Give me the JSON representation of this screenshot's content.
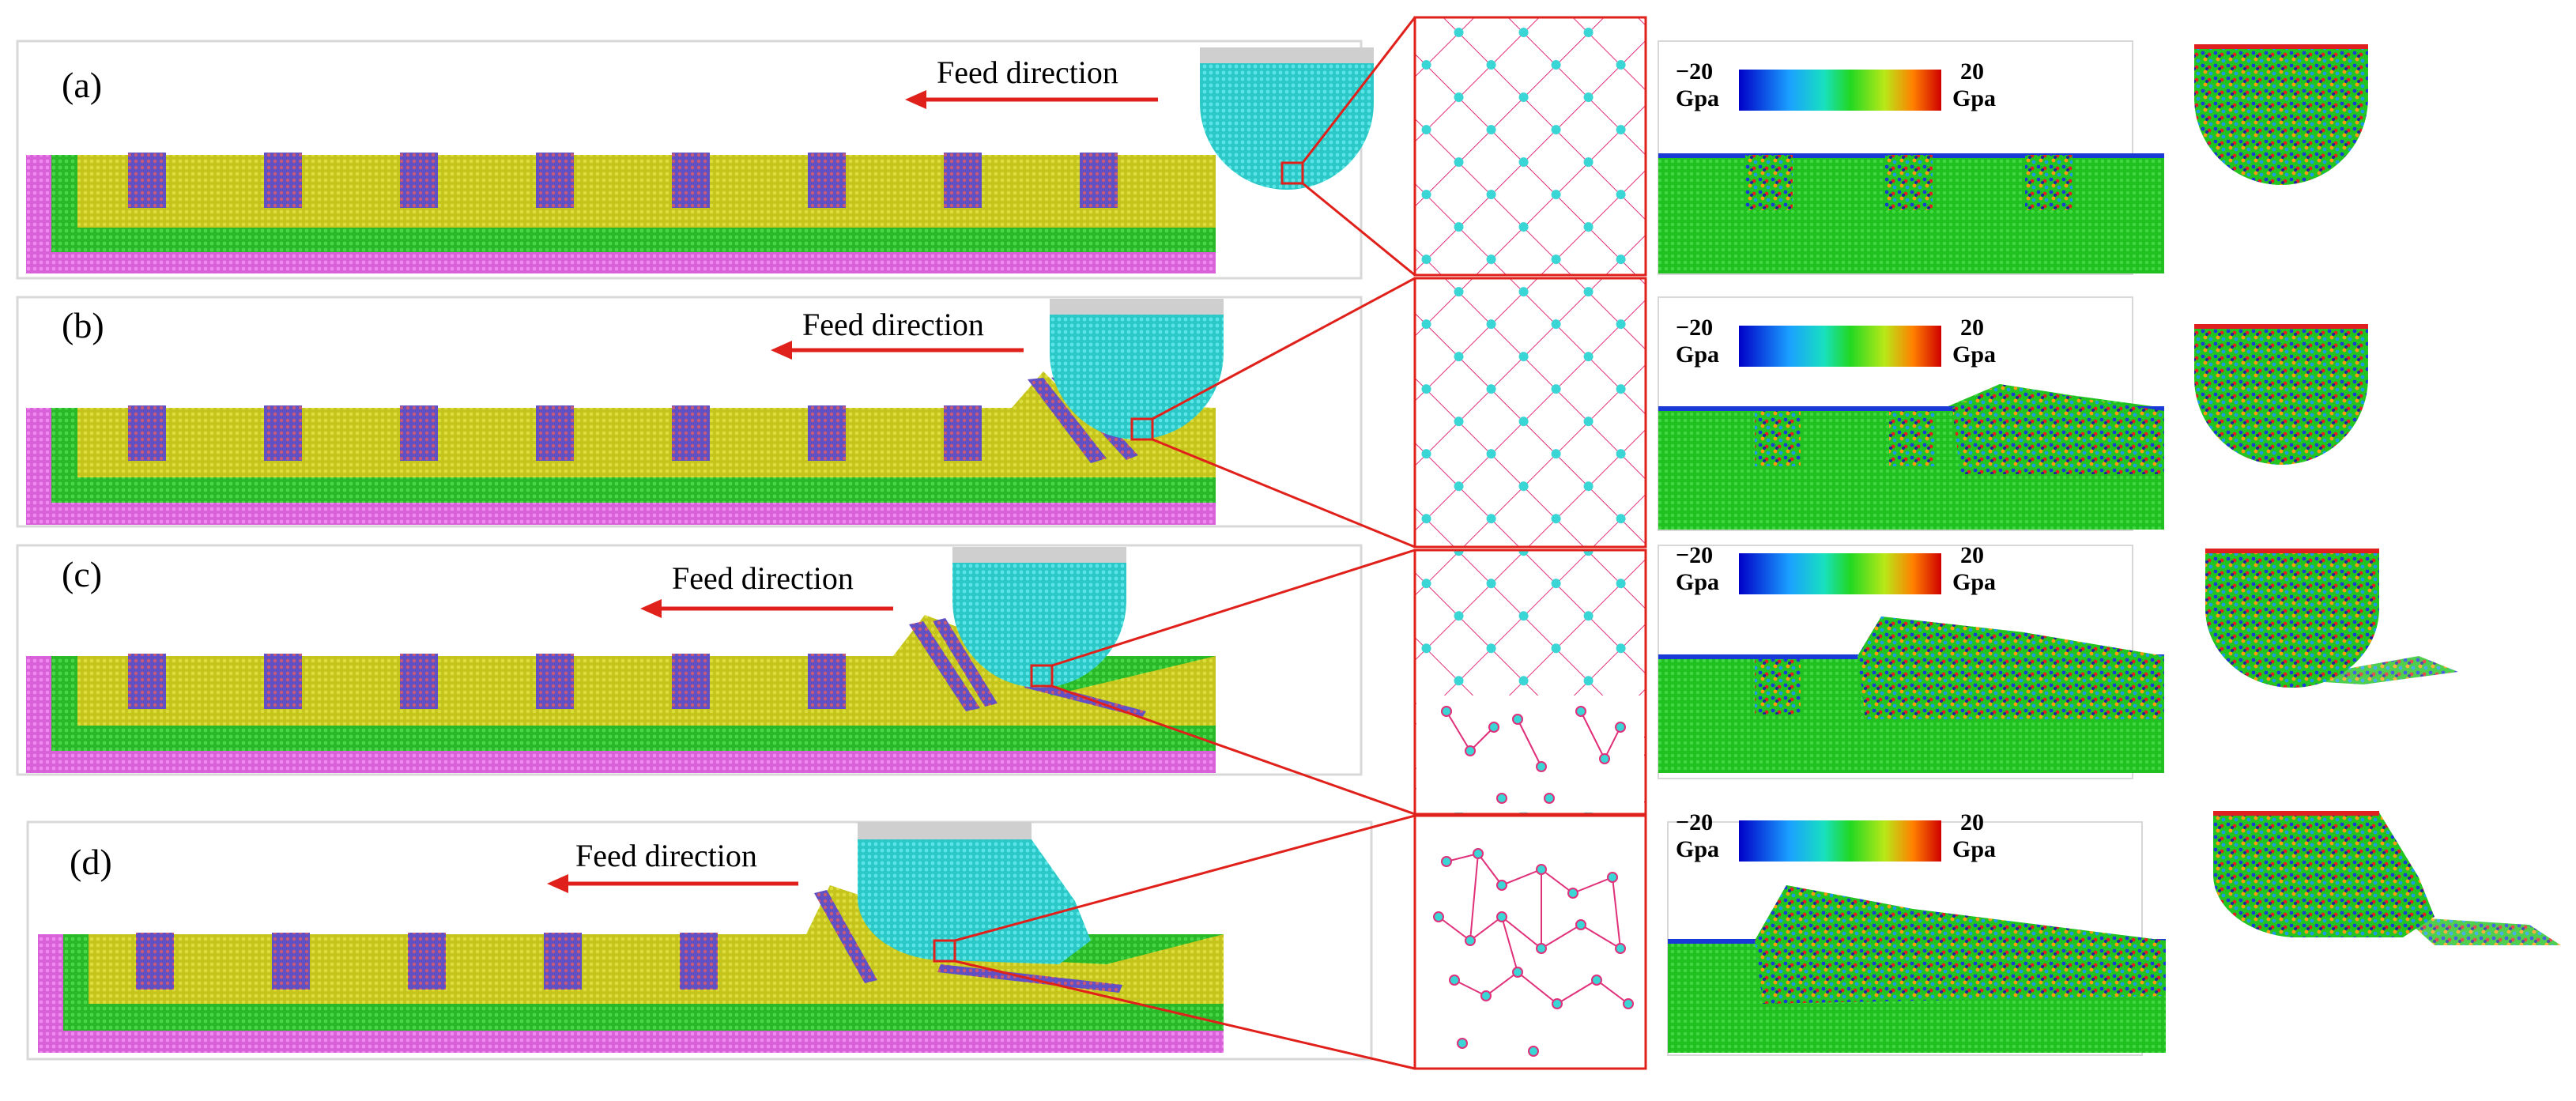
{
  "figure": {
    "panels": [
      {
        "id": "a",
        "label": "(a)",
        "feed_label": "Feed direction",
        "colorbar_min": "−20",
        "colorbar_max": "20",
        "colorbar_unit": "Gpa"
      },
      {
        "id": "b",
        "label": "(b)",
        "feed_label": "Feed direction",
        "colorbar_min": "−20",
        "colorbar_max": "20",
        "colorbar_unit": "Gpa"
      },
      {
        "id": "c",
        "label": "(c)",
        "feed_label": "Feed direction",
        "colorbar_min": "−20",
        "colorbar_max": "20",
        "colorbar_unit": "Gpa"
      },
      {
        "id": "d",
        "label": "(d)",
        "feed_label": "Feed direction",
        "colorbar_min": "−20",
        "colorbar_max": "20",
        "colorbar_unit": "Gpa"
      }
    ],
    "colors": {
      "workpiece_top": "#c8c81a",
      "workpiece_green": "#2fc42f",
      "workpiece_substrate": "#e070e0",
      "grain": "#6a5bcc",
      "tool": "#3ad6d6",
      "tool_holder": "#cfcfcf",
      "arrow": "#e0201a",
      "zoom_box": "#e0201a",
      "lattice_bond": "#e0307a",
      "lattice_atom": "#3ad6d6"
    },
    "icons": [
      "feed-arrow-icon",
      "zoom-box-icon",
      "colorbar-icon"
    ]
  }
}
